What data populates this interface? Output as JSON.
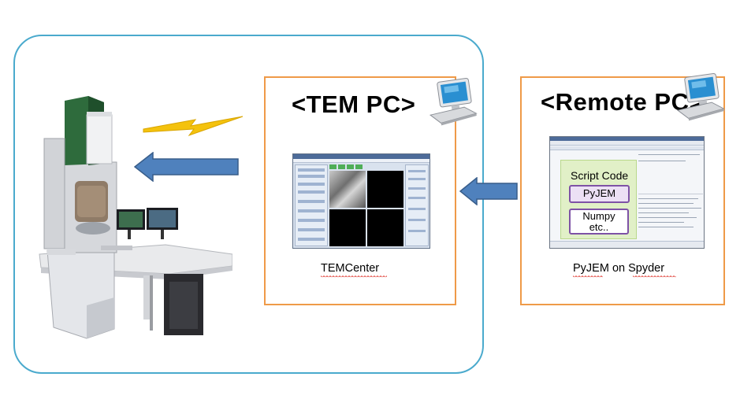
{
  "tem_pc": {
    "title": "<TEM PC>",
    "caption": "TEMCenter"
  },
  "remote_pc": {
    "title": "<Remote PC>",
    "caption": "PyJEM on Spyder"
  },
  "script_code": {
    "title": "Script Code",
    "items": [
      "PyJEM",
      "Numpy\netc.."
    ]
  },
  "colors": {
    "outer_border": "#4aaacd",
    "box_border": "#ef9a48",
    "arrow_fill": "#4f81bd",
    "arrow_stroke": "#385d8a",
    "lightning": "#f4c20d",
    "script_bg": "#e1f0c7",
    "pill_border": "#7e52a6"
  },
  "icons": [
    "computer-icon",
    "computer-icon",
    "lightning-bolt-icon",
    "arrow-left-icon",
    "arrow-left-icon"
  ]
}
